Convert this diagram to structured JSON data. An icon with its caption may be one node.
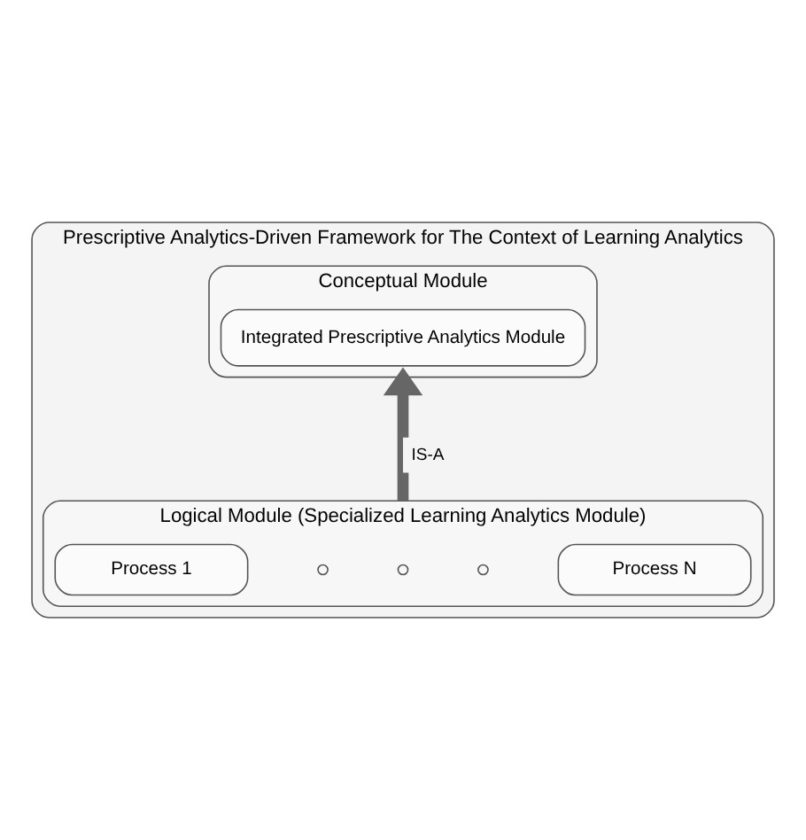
{
  "diagram": {
    "nodes": [
      {
        "text": [
          "Prescriptive Analytics-Driven Framework for The Context of Learning Analytics"
        ]
      },
      {
        "text": [
          "Conceptual Module"
        ],
        "in": 0
      },
      {
        "text": [
          "Integrated Prescriptive Analytics Module"
        ],
        "in": 1
      },
      {
        "text": [
          "Logical Module (Specialized Learning Analytics Module)"
        ],
        "in": 0
      },
      {
        "text": [
          "Process 1"
        ],
        "in": 3
      },
      {
        "text": [],
        "shape": "circle",
        "in": 3
      },
      {
        "text": [],
        "shape": "circle",
        "in": 3
      },
      {
        "text": [],
        "shape": "circle",
        "in": 3
      },
      {
        "text": [
          "Process N"
        ],
        "in": 3
      }
    ],
    "edges": [
      {
        "from": 3,
        "to": 1,
        "arrow": "to",
        "label": "IS-A"
      }
    ]
  }
}
